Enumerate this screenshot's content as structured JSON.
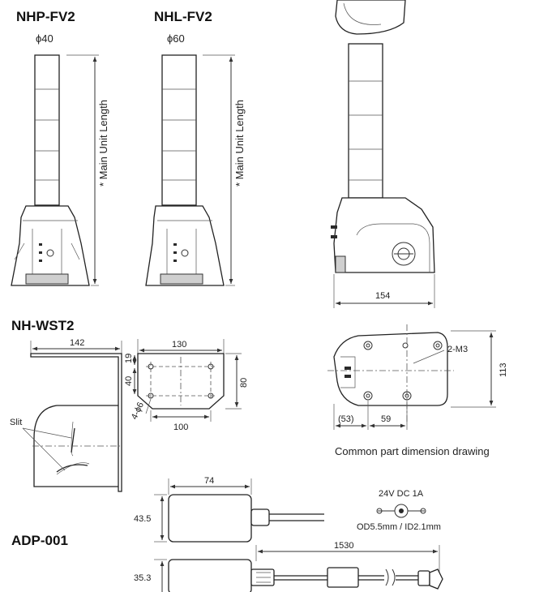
{
  "models": {
    "nhp": {
      "name": "NHP-FV2",
      "diameter": "ϕ40",
      "length_note": "* Main Unit Length"
    },
    "nhl": {
      "name": "NHL-FV2",
      "diameter": "ϕ60",
      "length_note": "* Main Unit Length"
    }
  },
  "common": {
    "width": "154",
    "bracket_screws": "2-M3",
    "depth": "113",
    "offset_a": "(53)",
    "offset_b": "59",
    "caption": "Common part dimension drawing"
  },
  "bracket": {
    "name": "NH-WST2",
    "length": "142",
    "plate_width": "130",
    "plate_height": "80",
    "hole_spacing_h": "100",
    "hole_spacing_v": "40",
    "edge_offset": "19",
    "holes": "4-ϕ6",
    "slit_label": "Slit"
  },
  "adapter": {
    "name": "ADP-001",
    "width": "74",
    "height": "43.5",
    "thickness": "35.3",
    "cable_length": "1530",
    "rating": "24V DC 1A",
    "plug": "OD5.5mm / ID2.1mm"
  }
}
